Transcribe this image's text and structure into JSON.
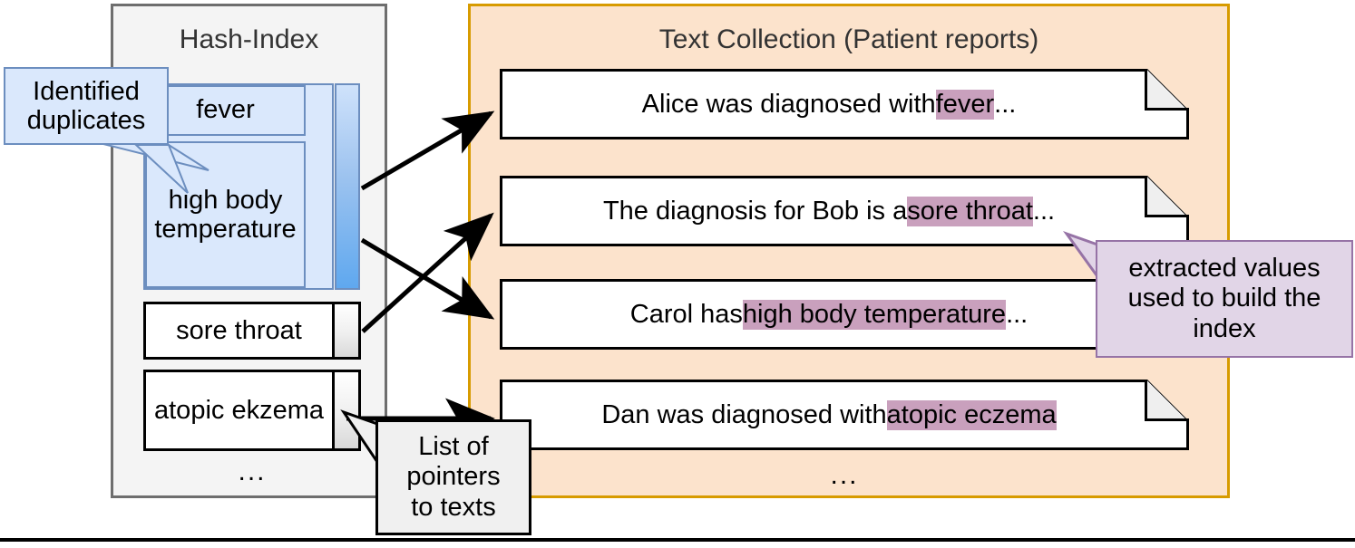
{
  "diagram": {
    "title": "Hash-Index and Text Collection duplicate identification",
    "colors": {
      "index_panel_bg": "#f4f4f4",
      "index_panel_border": "#6e6e6e",
      "text_panel_bg": "#fce3cc",
      "text_panel_border": "#d79b00",
      "duplicate_block_bg": "#dae8fc",
      "duplicate_block_border": "#6c8ebf",
      "highlight": "#c9a0bd",
      "callout_extract_bg": "#e1d5e7",
      "callout_extract_border": "#9673a6",
      "callout_list_bg": "#f0f0f0",
      "document_bg": "#ffffff",
      "arrow": "#000000"
    }
  },
  "hash_index": {
    "title": "Hash-Index",
    "duplicate_group": {
      "entries": [
        {
          "term": "fever"
        },
        {
          "term": "high body temperature"
        }
      ],
      "pointer_bar": "pointer-list-gradient"
    },
    "rows": [
      {
        "term": "sore throat"
      },
      {
        "term": "atopic ekzema"
      }
    ],
    "ellipsis": "..."
  },
  "text_collection": {
    "title": "Text Collection (Patient reports)",
    "documents": [
      {
        "prefix": "Alice was diagnosed with ",
        "highlight": "fever",
        "suffix": "..."
      },
      {
        "prefix": "The diagnosis for Bob is a ",
        "highlight": "sore throat",
        "suffix": "..."
      },
      {
        "prefix": "Carol has ",
        "highlight": "high body temperature",
        "suffix": "..."
      },
      {
        "prefix": "Dan was diagnosed with ",
        "highlight": "atopic eczema",
        "suffix": ""
      }
    ],
    "ellipsis": "..."
  },
  "callouts": {
    "duplicates": {
      "line1": "Identified",
      "line2": "duplicates"
    },
    "extracted": {
      "line1": "extracted values",
      "line2": "used to build the",
      "line3": "index"
    },
    "pointer_list": {
      "line1": "List of",
      "line2": "pointers",
      "line3": "to texts"
    }
  }
}
